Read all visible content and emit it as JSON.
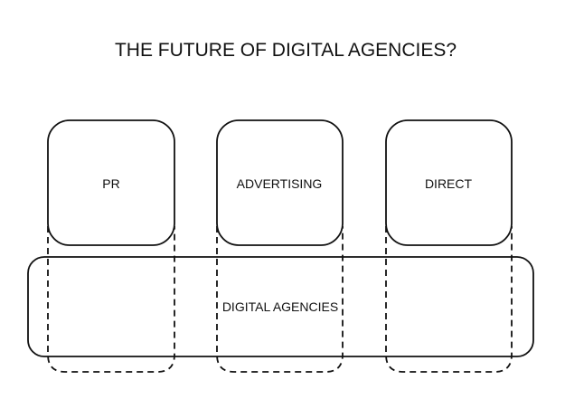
{
  "title": "THE FUTURE OF DIGITAL AGENCIES?",
  "boxes": {
    "pr": "PR",
    "advertising": "ADVERTISING",
    "direct": "DIRECT"
  },
  "base": "DIGITAL AGENCIES",
  "colors": {
    "stroke": "#111111",
    "background": "#ffffff",
    "text": "#111111"
  }
}
